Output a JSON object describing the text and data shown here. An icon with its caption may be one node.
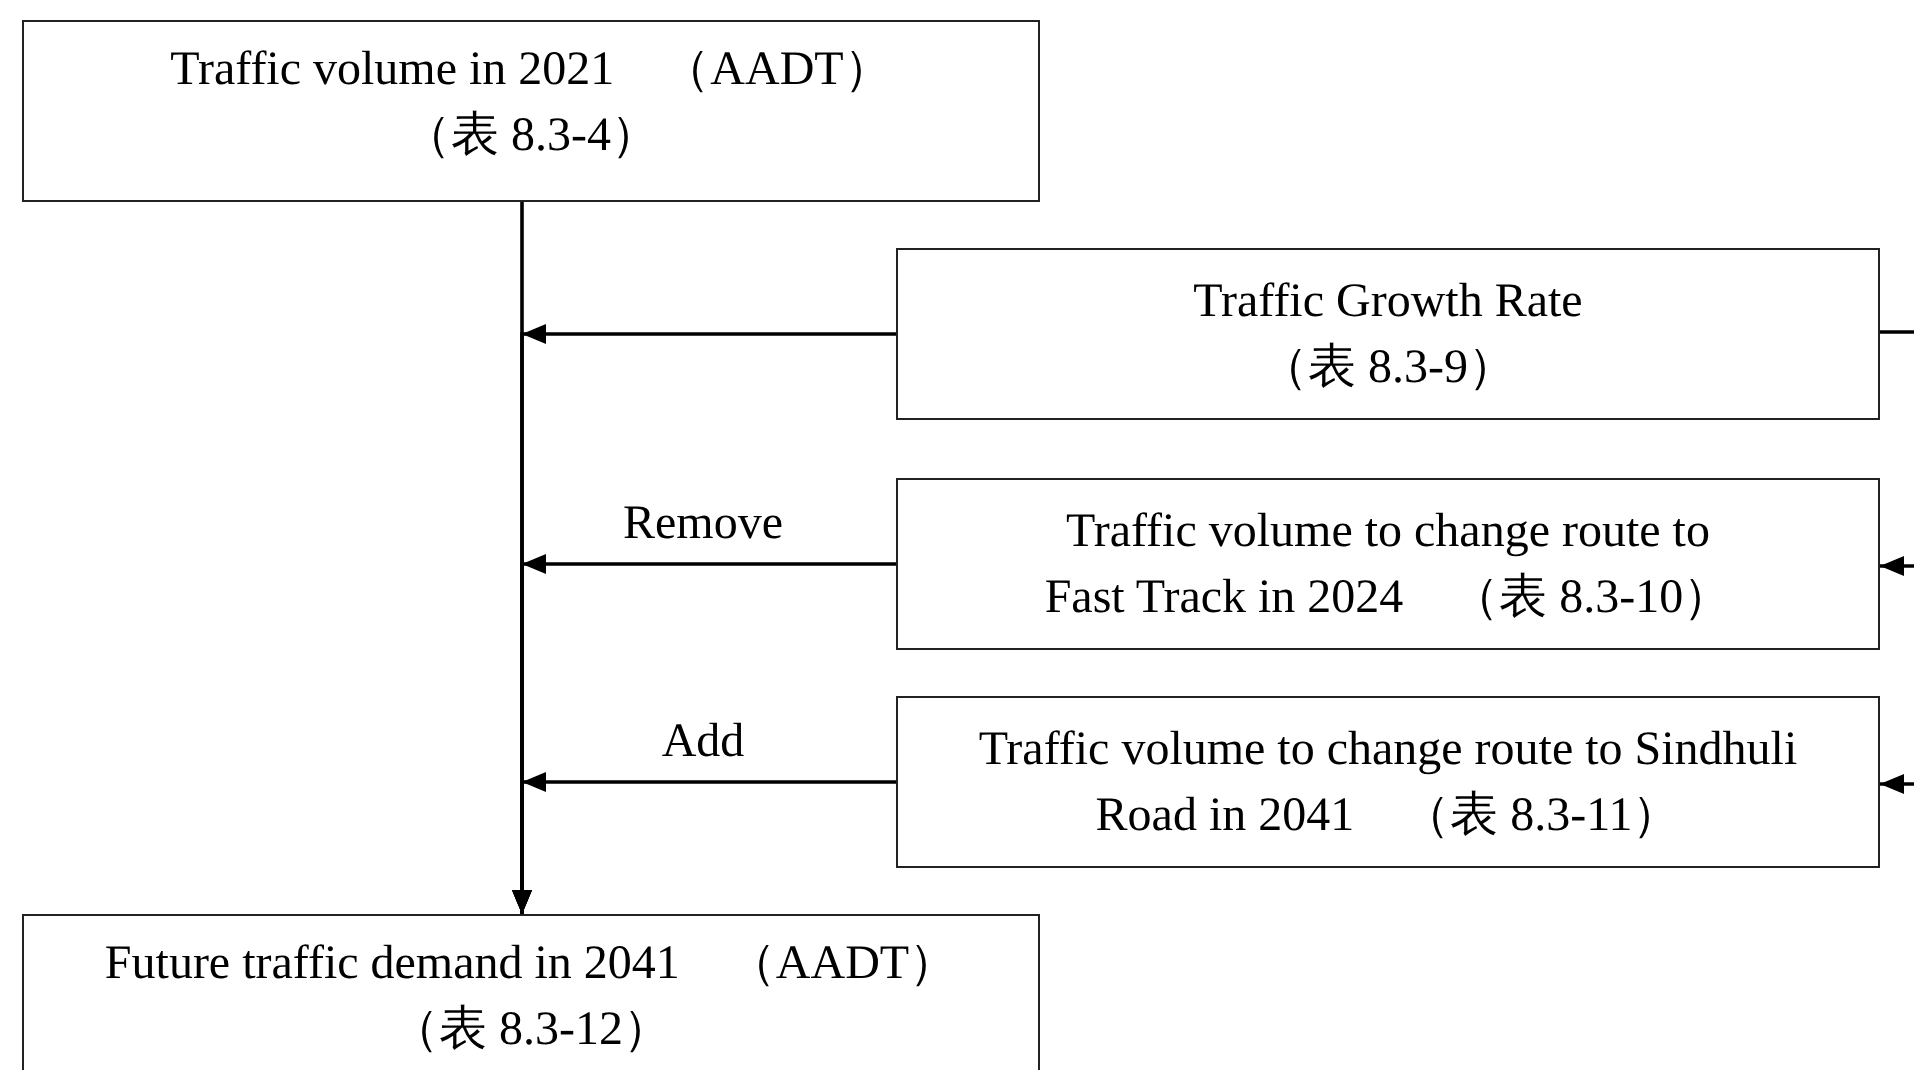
{
  "diagram": {
    "nodes": [
      {
        "text": [
          "Traffic volume in 2021　（AADT）",
          "（表 8.3-4）"
        ]
      },
      {
        "text": [
          "Traffic Growth Rate",
          "（表 8.3-9）"
        ]
      },
      {
        "text": [
          "Traffic volume to change route to Fast Track in 2024　（表 8.3-10）"
        ]
      },
      {
        "text": [
          "Traffic volume to change route to Sindhuli Road in 2041　（表 8.3-11）"
        ]
      },
      {
        "text": [
          "Future traffic demand in 2041　（AADT）",
          "（表 8.3-12）"
        ]
      }
    ],
    "edges": [
      {
        "from": 0,
        "to": 4,
        "arrow": "to"
      },
      {
        "from": 1,
        "to": 4,
        "arrow": "to"
      },
      {
        "from": 2,
        "to": 4,
        "arrow": "to",
        "label": "Remove"
      },
      {
        "from": 3,
        "to": 4,
        "arrow": "to",
        "label": "Add"
      },
      {
        "from": 1,
        "to": null,
        "arrow": "none"
      },
      {
        "from": null,
        "to": 2,
        "arrow": "to"
      },
      {
        "from": null,
        "to": 3,
        "arrow": "to"
      }
    ]
  }
}
